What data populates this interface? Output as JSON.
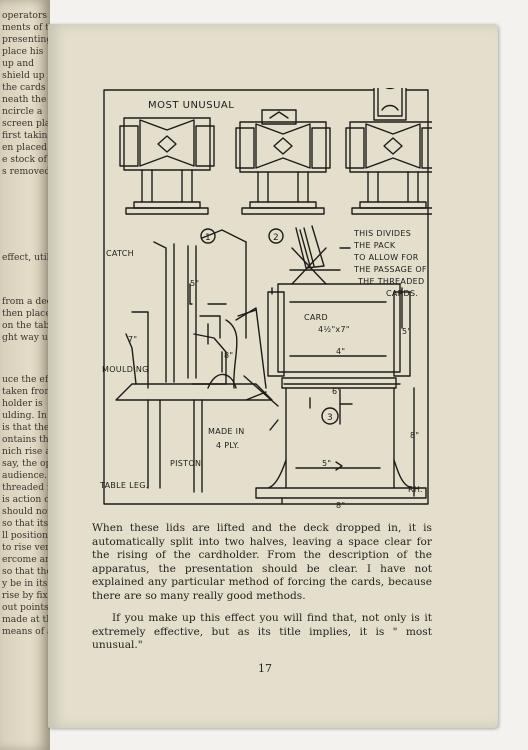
{
  "left_page_fragments": [
    "operators a",
    "ments of this",
    "presenting",
    "place his",
    "up and",
    "shield up",
    "the cards",
    "neath the",
    "ncircle a",
    "screen placed",
    "first taking",
    "en placed",
    "e stock of",
    "s removed",
    "effect, utilising",
    "from a deck",
    "then placed",
    "on the table",
    "ght way up",
    "uce the effect,",
    "taken from",
    "holder is",
    "ulding. In Fig",
    "is that the base",
    "ontains the cards",
    "nich rise are",
    "say, the operator",
    "audience. The",
    "threaded in",
    "is action com",
    "should now",
    "so that its",
    "ll position, a",
    "to rise vertically",
    "ercome and",
    "so that the",
    "y be in its",
    "rise by fixing",
    "out points at",
    "made at the",
    "means of a"
  ],
  "illustration": {
    "title": "MOST UNUSUAL",
    "fig_numbers": [
      "1",
      "2",
      "3"
    ],
    "labels": {
      "catch": "CATCH",
      "moulding": "MOULDING",
      "table_leg": "TABLE LEG.",
      "piston": "PISTON",
      "made_in": "MADE IN",
      "ply": "4 PLY.",
      "card": "CARD",
      "card_size": "4½\"x7\"",
      "initials": "RH."
    },
    "divides_note": [
      "THIS DIVIDES",
      "THE PACK",
      "TO ALLOW FOR",
      "THE PASSAGE OF",
      "THE THREADED",
      "CARDS."
    ],
    "dims": {
      "d5_top": "5\"",
      "d8_side": "8\"",
      "d7": "7\"",
      "d4_card": "4\"",
      "d5_card": "5\"",
      "d6": "6\"",
      "d8_right": "8\"",
      "d5_base": "5\"",
      "d8_bottom": "8\""
    }
  },
  "body": {
    "paragraph1": "When these lids are lifted and the deck dropped in, it is automatically split into two halves, leaving a space clear for the rising of the cardholder. From the description of the apparatus, the presentation should be clear. I have not explained any particular method of forcing the cards, because there are so many really good methods.",
    "paragraph2": "If you make up this effect you will find that, not only is it extremely effective, but as its title implies, it is \" most unusual.\""
  },
  "page_number": "17"
}
